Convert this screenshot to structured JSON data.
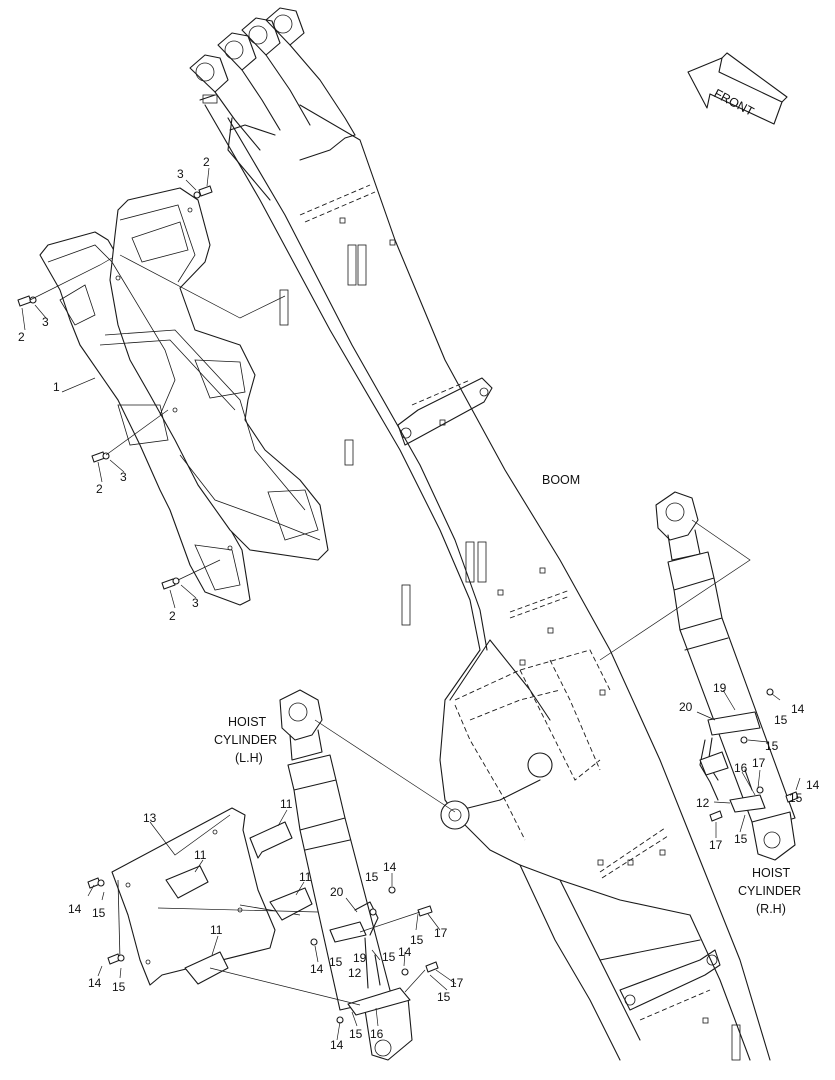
{
  "labels": {
    "boom": "BOOM",
    "front": "FRONT",
    "hoist_lh": [
      "HOIST",
      "CYLINDER",
      "(L.H)"
    ],
    "hoist_rh": [
      "HOIST",
      "CYLINDER",
      "(R.H)"
    ]
  },
  "callouts": {
    "c1": "1",
    "c2a": "2",
    "c3a": "3",
    "c2b": "2",
    "c3b": "3",
    "c2c": "2",
    "c3c": "3",
    "c2d": "2",
    "c3d": "3",
    "c11a": "11",
    "c11b": "11",
    "c11c": "11",
    "c11d": "11",
    "c13": "13",
    "c14a": "14",
    "c15a": "15",
    "c14b": "14",
    "c15b": "15",
    "c14c": "14",
    "c15c": "15",
    "c14d": "14",
    "c15d": "15",
    "c14e": "14",
    "c15e": "15",
    "c14f": "14",
    "c15f": "15",
    "c15g": "15",
    "c17a": "17",
    "c15h": "15",
    "c17b": "17",
    "c12a": "12",
    "c19a": "19",
    "c20a": "20",
    "c16a": "16",
    "c20b": "20",
    "c19b": "19",
    "c14g": "14",
    "c15i": "15",
    "c15j": "15",
    "c16b": "16",
    "c17c": "17",
    "c14h": "14",
    "c15k": "15",
    "c12b": "12",
    "c15l": "15",
    "c17d": "17"
  }
}
